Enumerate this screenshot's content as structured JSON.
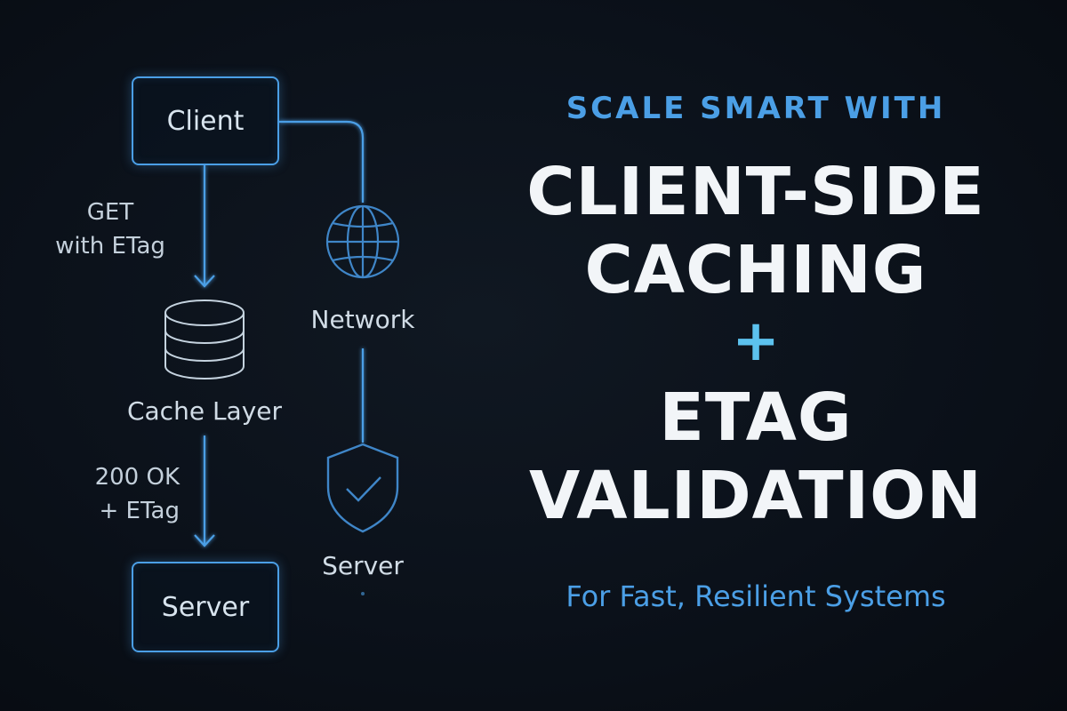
{
  "diagram": {
    "nodes": {
      "client": "Client",
      "cache": "Cache Layer",
      "server_box": "Server",
      "network": "Network",
      "server_shield": "Server"
    },
    "edges": {
      "get_label_line1": "GET",
      "get_label_line2": "with ETag",
      "ok_label_line1": "200 OK",
      "ok_label_line2": "+ ETag"
    },
    "icons": [
      "database-icon",
      "globe-icon",
      "shield-check-icon"
    ],
    "colors": {
      "accent": "#4b9fe6",
      "plus": "#5cc2ee",
      "background": "#0b111a",
      "text": "#f2f5f8"
    }
  },
  "headline": {
    "kicker": "SCALE SMART WITH",
    "line1": "CLIENT-SIDE",
    "line2": "CACHING",
    "plus": "+",
    "line3": "ETAG",
    "line4": "VALIDATION",
    "tagline": "For Fast, Resilient Systems"
  }
}
